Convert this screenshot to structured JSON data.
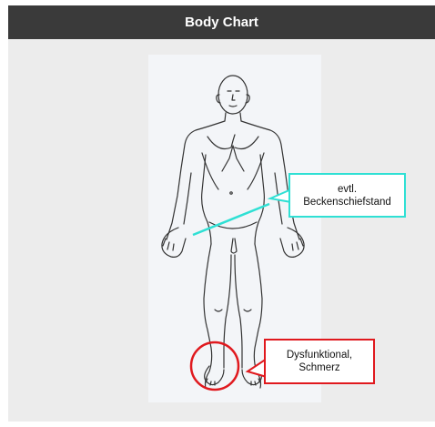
{
  "header": {
    "title": "Body Chart"
  },
  "annotations": {
    "pelvis": {
      "lines": [
        "evtl.",
        "Beckenschiefstand"
      ],
      "color": "#2fe0d4"
    },
    "foot": {
      "lines": [
        "Dysfunktional,",
        "Schmerz"
      ],
      "color": "#e0191e"
    }
  },
  "colors": {
    "header_bg": "#3a3a3a",
    "canvas_bg": "#ececec"
  }
}
